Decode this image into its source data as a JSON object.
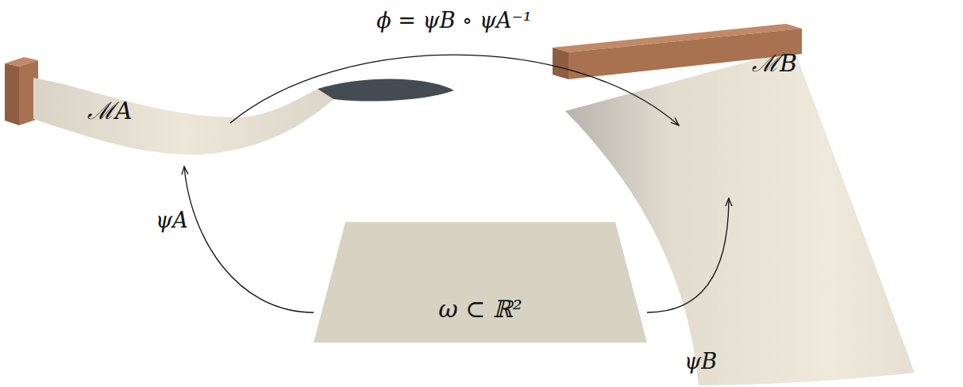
{
  "diagram": {
    "nodes": [
      {
        "text": [
          "ℳA"
        ]
      },
      {
        "text": [
          "ℳB"
        ]
      },
      {
        "text": [
          "ω ⊂ ℝ²"
        ]
      }
    ],
    "edges": [
      {
        "from": 2,
        "to": 0,
        "arrow": "to",
        "label": "ψA"
      },
      {
        "from": 2,
        "to": 1,
        "arrow": "to",
        "label": "ψB"
      },
      {
        "from": 0,
        "to": 1,
        "arrow": "to",
        "label": "ϕ = ψB ∘ ψA⁻¹"
      }
    ]
  }
}
